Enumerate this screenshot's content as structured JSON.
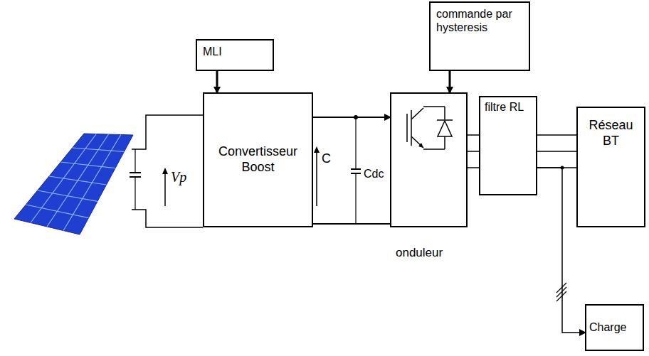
{
  "diagram": {
    "nodes": [
      {
        "text": [
          "MLI"
        ]
      },
      {
        "text": [
          "commande par hysteresis"
        ]
      },
      {
        "text": [
          "Convertisseur Boost"
        ]
      },
      {
        "text": [
          "onduleur"
        ]
      },
      {
        "text": [
          "filtre RL"
        ]
      },
      {
        "text": [
          "Réseau BT"
        ]
      },
      {
        "text": [
          "Charge"
        ]
      }
    ],
    "edges": [
      {
        "from": 0,
        "to": 2,
        "arrow": "to"
      },
      {
        "from": 1,
        "to": 3,
        "arrow": "to"
      },
      {
        "from": 2,
        "to": 3,
        "arrow": "to"
      },
      {
        "from": 3,
        "to": 4,
        "arrow": "none"
      },
      {
        "from": 4,
        "to": 5,
        "arrow": "none"
      },
      {
        "from": 4,
        "to": 6,
        "arrow": "to"
      }
    ],
    "labels": [
      "Vp",
      "C",
      "Cdc"
    ]
  }
}
